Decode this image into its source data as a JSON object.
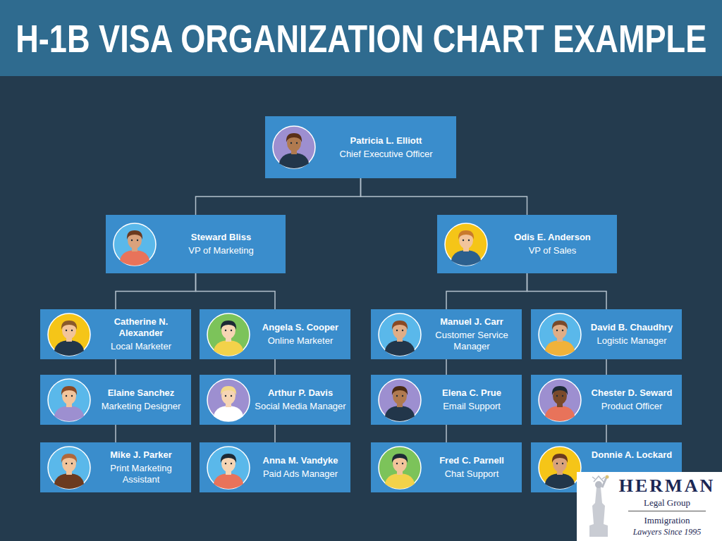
{
  "diagram": {
    "title": "H-1B VISA ORGANIZATION CHART EXAMPLE",
    "nodes": [
      {
        "text": [
          "Patricia L. Elliott",
          "Chief Executive Officer"
        ]
      },
      {
        "text": [
          "Steward Bliss",
          "VP of Marketing"
        ]
      },
      {
        "text": [
          "Odis E. Anderson",
          "VP of Sales"
        ]
      },
      {
        "text": [
          "Catherine N. Alexander",
          "Local Marketer"
        ]
      },
      {
        "text": [
          "Angela S. Cooper",
          "Online Marketer"
        ]
      },
      {
        "text": [
          "Manuel J. Carr",
          "Customer Service Manager"
        ]
      },
      {
        "text": [
          "David B. Chaudhry",
          "Logistic Manager"
        ]
      },
      {
        "text": [
          "Elaine Sanchez",
          "Marketing Designer"
        ]
      },
      {
        "text": [
          "Arthur P. Davis",
          "Social Media Manager"
        ]
      },
      {
        "text": [
          "Elena C. Prue",
          "Email Support"
        ]
      },
      {
        "text": [
          "Chester D. Seward",
          "Product Officer"
        ]
      },
      {
        "text": [
          "Mike J. Parker",
          "Print Marketing Assistant"
        ]
      },
      {
        "text": [
          "Anna M. Vandyke",
          "Paid Ads Manager"
        ]
      },
      {
        "text": [
          "Fred C. Parnell",
          "Chat Support"
        ]
      },
      {
        "text": [
          "Donnie A. Lockard"
        ]
      },
      {
        "text": [
          "HERMAN",
          "Legal Group",
          "Immigration",
          "Lawyers Since 1995"
        ]
      }
    ],
    "edges": [
      {
        "from": 0,
        "to": 1,
        "arrow": "none"
      },
      {
        "from": 0,
        "to": 2,
        "arrow": "none"
      },
      {
        "from": 1,
        "to": 3,
        "arrow": "none"
      },
      {
        "from": 1,
        "to": 4,
        "arrow": "none"
      },
      {
        "from": 2,
        "to": 5,
        "arrow": "none"
      },
      {
        "from": 2,
        "to": 6,
        "arrow": "none"
      },
      {
        "from": 3,
        "to": 7,
        "arrow": "none"
      },
      {
        "from": 4,
        "to": 8,
        "arrow": "none"
      },
      {
        "from": 5,
        "to": 9,
        "arrow": "none"
      },
      {
        "from": 6,
        "to": 10,
        "arrow": "none"
      },
      {
        "from": 7,
        "to": 11,
        "arrow": "none"
      },
      {
        "from": 8,
        "to": 12,
        "arrow": "none"
      },
      {
        "from": 9,
        "to": 13,
        "arrow": "none"
      },
      {
        "from": 10,
        "to": 14,
        "arrow": "none"
      }
    ]
  }
}
